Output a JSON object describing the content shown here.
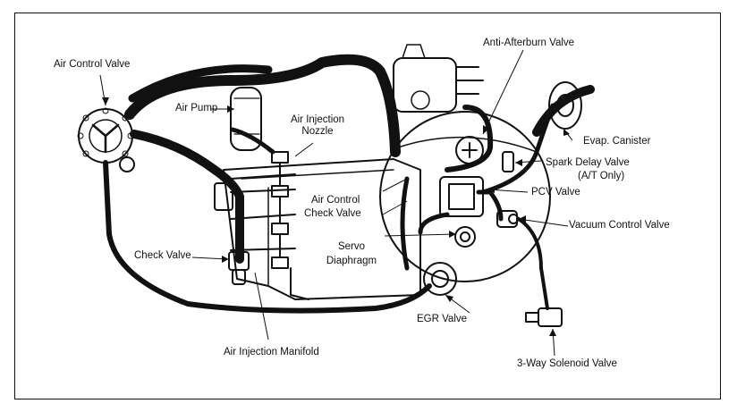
{
  "labels": {
    "air_control_valve": "Air Control Valve",
    "air_pump": "Air Pump",
    "air_injection_nozzle_1": "Air Injection",
    "air_injection_nozzle_2": "Nozzle",
    "anti_afterburn_valve": "Anti-Afterburn Valve",
    "evap_canister": "Evap. Canister",
    "spark_delay_valve_1": "Spark Delay Valve",
    "spark_delay_valve_2": "(A/T Only)",
    "pcv_valve": "PCV Valve",
    "air_control_check_valve_1": "Air Control",
    "air_control_check_valve_2": "Check Valve",
    "vacuum_control_valve": "Vacuum Control Valve",
    "servo_diaphragm_1": "Servo",
    "servo_diaphragm_2": "Diaphragm",
    "check_valve": "Check Valve",
    "egr_valve": "EGR Valve",
    "air_injection_manifold": "Air Injection Manifold",
    "three_way_solenoid_valve": "3-Way Solenoid Valve"
  }
}
